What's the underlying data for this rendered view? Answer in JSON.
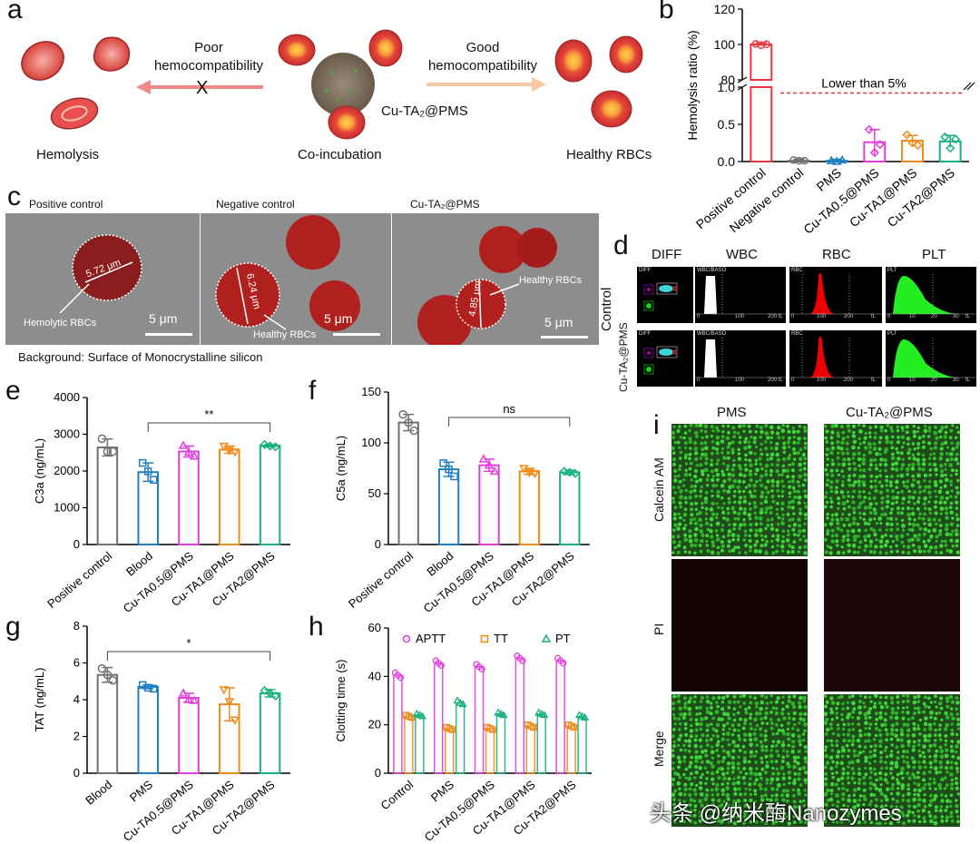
{
  "panels": {
    "a": {
      "label": "a",
      "poor": "Poor\nhemocompatibility",
      "good": "Good\nhemocompatibility",
      "hemolysis": "Hemolysis",
      "coinc": "Co-incubation",
      "healthy": "Healthy RBCs",
      "material": "Cu-TA₂@PMS",
      "cross": "X"
    },
    "b": {
      "label": "b",
      "note": "Lower than 5%"
    },
    "c": {
      "label": "c",
      "titles": [
        "Positive control",
        "Negative control",
        "Cu-TA₂@PMS"
      ],
      "measures": [
        "5.72 μm",
        "6.24 μm",
        "4.85 μm"
      ],
      "labels": [
        "Hemolytic RBCs",
        "Healthy RBCs",
        "Healthy RBCs"
      ],
      "scale": "5 μm",
      "background": "Background: Surface of Monocrystalline silicon"
    },
    "d": {
      "label": "d",
      "cols": [
        "DIFF",
        "WBC",
        "RBC",
        "PLT"
      ],
      "rows": [
        "Control",
        "Cu-TA₂@PMS"
      ],
      "hdrs": [
        "DIFF",
        "WBC/BASO",
        "RBC",
        "PLT"
      ],
      "wbc_ticks": [
        "0",
        "100",
        "200 fL"
      ],
      "rbc_ticks": [
        "0",
        "100",
        "200",
        "fL"
      ],
      "plt_ticks": [
        "0",
        "10",
        "20",
        "30",
        "fL"
      ]
    },
    "e": {
      "label": "e",
      "sig": "**"
    },
    "f": {
      "label": "f",
      "sig": "ns"
    },
    "g": {
      "label": "g",
      "sig": "*"
    },
    "h": {
      "label": "h"
    },
    "i": {
      "label": "i",
      "cols": [
        "PMS",
        "Cu-TA₂@PMS"
      ],
      "rows": [
        "Calcein AM",
        "PI",
        "Merge"
      ]
    }
  },
  "watermark": "头条 @纳米酶Nanozymes",
  "colors": {
    "positive": "#e8373e",
    "gray": "#707070",
    "blue": "#1f7fc2",
    "pink": "#e23ddc",
    "orange": "#f08a18",
    "green": "#18b27a",
    "aptt": "#e23ddc",
    "tt": "#f08a18",
    "pt": "#18b27a"
  },
  "chart_data": [
    {
      "id": "b",
      "type": "bar",
      "ylabel": "Hemolysis ratio (%)",
      "categories": [
        "Positive control",
        "Negative control",
        "PMS",
        "Cu-TA₀.₅@PMS",
        "Cu-TA₁@PMS",
        "Cu-TA₂@PMS"
      ],
      "values": [
        100,
        0.01,
        0.01,
        0.26,
        0.28,
        0.27
      ],
      "errors": [
        1,
        0.02,
        0.02,
        0.17,
        0.07,
        0.08
      ],
      "points": [
        [
          100.3,
          99.6,
          100.1
        ],
        [
          0.02,
          0.01,
          0.01
        ],
        [
          0.01,
          0.0,
          0.02
        ],
        [
          0.43,
          0.12,
          0.23
        ],
        [
          0.36,
          0.25,
          0.22
        ],
        [
          0.33,
          0.18,
          0.3
        ]
      ],
      "ylim": [
        0,
        120
      ],
      "break": [
        1,
        80
      ],
      "yticks": [
        "0.0",
        "0.5",
        "1.0",
        "80",
        "100",
        "120"
      ],
      "threshold": 0.92
    },
    {
      "id": "e",
      "type": "bar",
      "ylabel": "C3a (ng/mL)",
      "categories": [
        "Positive control",
        "Blood",
        "Cu-TA₀.₅@PMS",
        "Cu-TA₁@PMS",
        "Cu-TA₂@PMS"
      ],
      "values": [
        2640,
        1970,
        2530,
        2580,
        2690
      ],
      "errors": [
        230,
        250,
        150,
        100,
        30
      ],
      "points": [
        [
          2880,
          2530,
          2530
        ],
        [
          2220,
          1990,
          1760
        ],
        [
          2690,
          2510,
          2400
        ],
        [
          2680,
          2560,
          2520
        ],
        [
          2720,
          2680,
          2660
        ]
      ],
      "ylim": [
        0,
        4000
      ],
      "yticks": [
        "0",
        "1000",
        "2000",
        "3000",
        "4000"
      ]
    },
    {
      "id": "f",
      "type": "bar",
      "ylabel": "C5a (ng/mL)",
      "categories": [
        "Positive control",
        "Blood",
        "Cu-TA₀.₅@PMS",
        "Cu-TA₁@PMS",
        "Cu-TA₂@PMS"
      ],
      "values": [
        120,
        74,
        78,
        72,
        71
      ],
      "errors": [
        8,
        7,
        6,
        3,
        2
      ],
      "points": [
        [
          128,
          120,
          112
        ],
        [
          80,
          74,
          67
        ],
        [
          84,
          78,
          72
        ],
        [
          75,
          71,
          70
        ],
        [
          72,
          71,
          70
        ]
      ],
      "ylim": [
        0,
        150
      ],
      "yticks": [
        "0",
        "50",
        "100",
        "150"
      ]
    },
    {
      "id": "g",
      "type": "bar",
      "ylabel": "TAT (ng/mL)",
      "categories": [
        "Blood",
        "PMS",
        "Cu-TA₀.₅@PMS",
        "Cu-TA₁@PMS",
        "Cu-TA₂@PMS"
      ],
      "values": [
        5.35,
        4.7,
        4.1,
        3.75,
        4.35
      ],
      "errors": [
        0.4,
        0.1,
        0.25,
        0.9,
        0.2
      ],
      "points": [
        [
          5.7,
          5.35,
          5.05
        ],
        [
          4.8,
          4.65,
          4.6
        ],
        [
          4.35,
          4.0,
          3.95
        ],
        [
          4.55,
          3.9,
          2.9
        ],
        [
          4.5,
          4.35,
          4.2
        ]
      ],
      "ylim": [
        0,
        8
      ],
      "yticks": [
        "0",
        "2",
        "4",
        "6",
        "8"
      ]
    },
    {
      "id": "h",
      "type": "bar",
      "ylabel": "Clotting time (s)",
      "categories": [
        "Control",
        "PMS",
        "Cu-TA₀.₅@PMS",
        "Cu-TA₁@PMS",
        "Cu-TA₂@PMS"
      ],
      "series": [
        {
          "name": "APTT",
          "values": [
            40.5,
            45.5,
            44,
            47.5,
            46.5
          ],
          "points": [
            [
              41.5,
              40.5,
              39.5
            ],
            [
              46.5,
              45.5,
              44.5
            ],
            [
              45,
              44,
              43
            ],
            [
              48.5,
              47.5,
              46.5
            ],
            [
              47.5,
              46.5,
              45.5
            ]
          ]
        },
        {
          "name": "TT",
          "values": [
            23.5,
            18.5,
            18.5,
            19.5,
            19.5
          ],
          "points": [
            [
              24,
              23.5,
              23
            ],
            [
              19,
              18.5,
              18
            ],
            [
              19,
              18.5,
              18
            ],
            [
              20,
              19.5,
              19
            ],
            [
              20,
              19.5,
              19
            ]
          ]
        },
        {
          "name": "PT",
          "values": [
            24,
            29,
            24.5,
            24.5,
            23.5
          ],
          "points": [
            [
              24.5,
              24,
              23.5
            ],
            [
              30,
              29,
              28.5
            ],
            [
              25,
              24.5,
              24
            ],
            [
              25,
              24.5,
              24
            ],
            [
              24,
              23.5,
              23
            ]
          ]
        }
      ],
      "ylim": [
        0,
        60
      ],
      "yticks": [
        "0",
        "20",
        "40",
        "60"
      ]
    }
  ]
}
